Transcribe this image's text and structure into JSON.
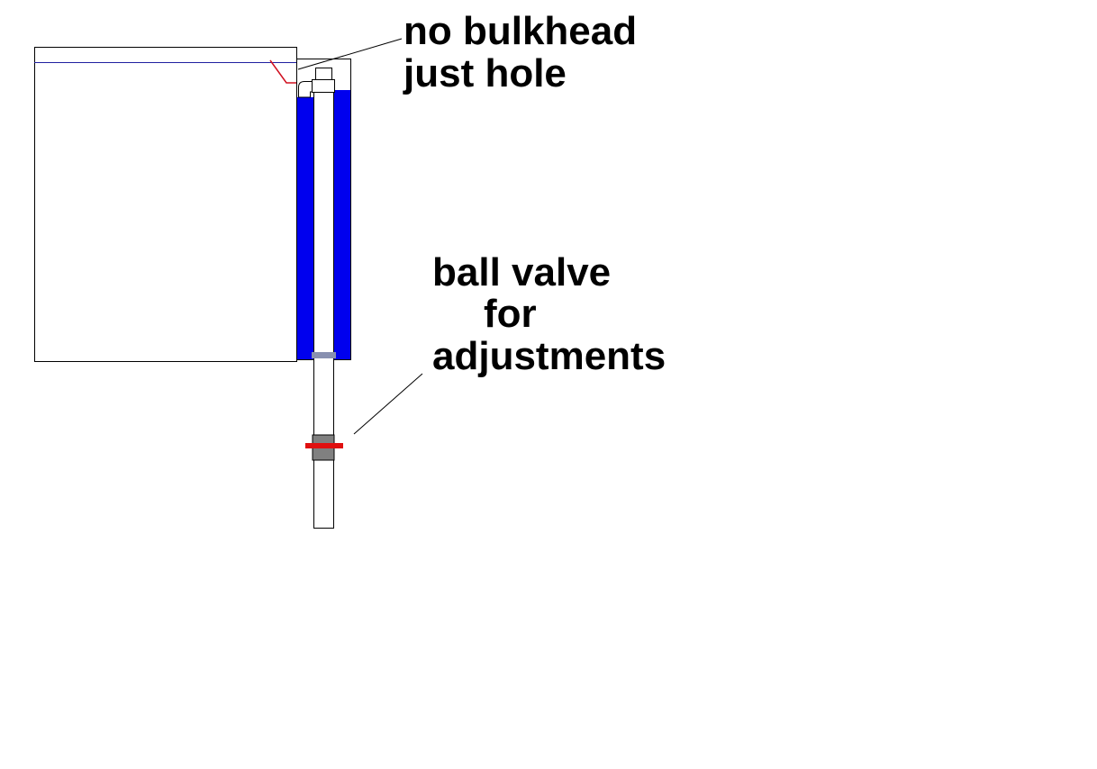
{
  "labels": {
    "bulkhead_line1": "no bulkhead",
    "bulkhead_line2": "just hole",
    "valve_line1": "ball valve",
    "valve_line2": "for",
    "valve_line3": "adjustments"
  },
  "colors": {
    "water": "#0000ee",
    "valve_handle": "#e01010",
    "fitting_gray": "#808080",
    "water_line": "#2020a0",
    "siphon_line": "#d01020"
  }
}
